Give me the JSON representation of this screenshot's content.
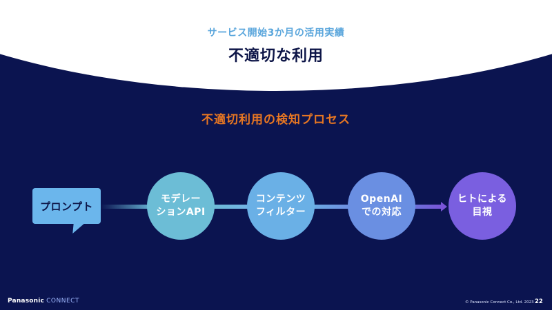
{
  "header": {
    "subtitle": "サービス開始3か月の活用実績",
    "title": "不適切な利用"
  },
  "section": {
    "heading": "不適切利用の検知プロセス"
  },
  "process": {
    "start": {
      "label": "プロンプト",
      "icon": "speech-bubble-icon",
      "color": "#6bb6ec"
    },
    "steps": [
      {
        "label": "モデレー\nションAPI",
        "color": "#6cbdd6"
      },
      {
        "label": "コンテンツ\nフィルター",
        "color": "#6ab0e6"
      },
      {
        "label": "OpenAI\nでの対応",
        "color": "#6a8fe2"
      },
      {
        "label": "ヒトによる\n目視",
        "color": "#7a5fe0"
      }
    ],
    "final_connector_icon": "arrow-right-icon"
  },
  "footer": {
    "logo_brand": "Panasonic",
    "logo_suffix": "CONNECT",
    "copyright": "© Panasonic Connect Co., Ltd. 2023",
    "page_number": "22"
  },
  "colors": {
    "background": "#0b1450",
    "title": "#0d1547",
    "subtitle": "#5aa6dc",
    "section_heading": "#e87722"
  }
}
